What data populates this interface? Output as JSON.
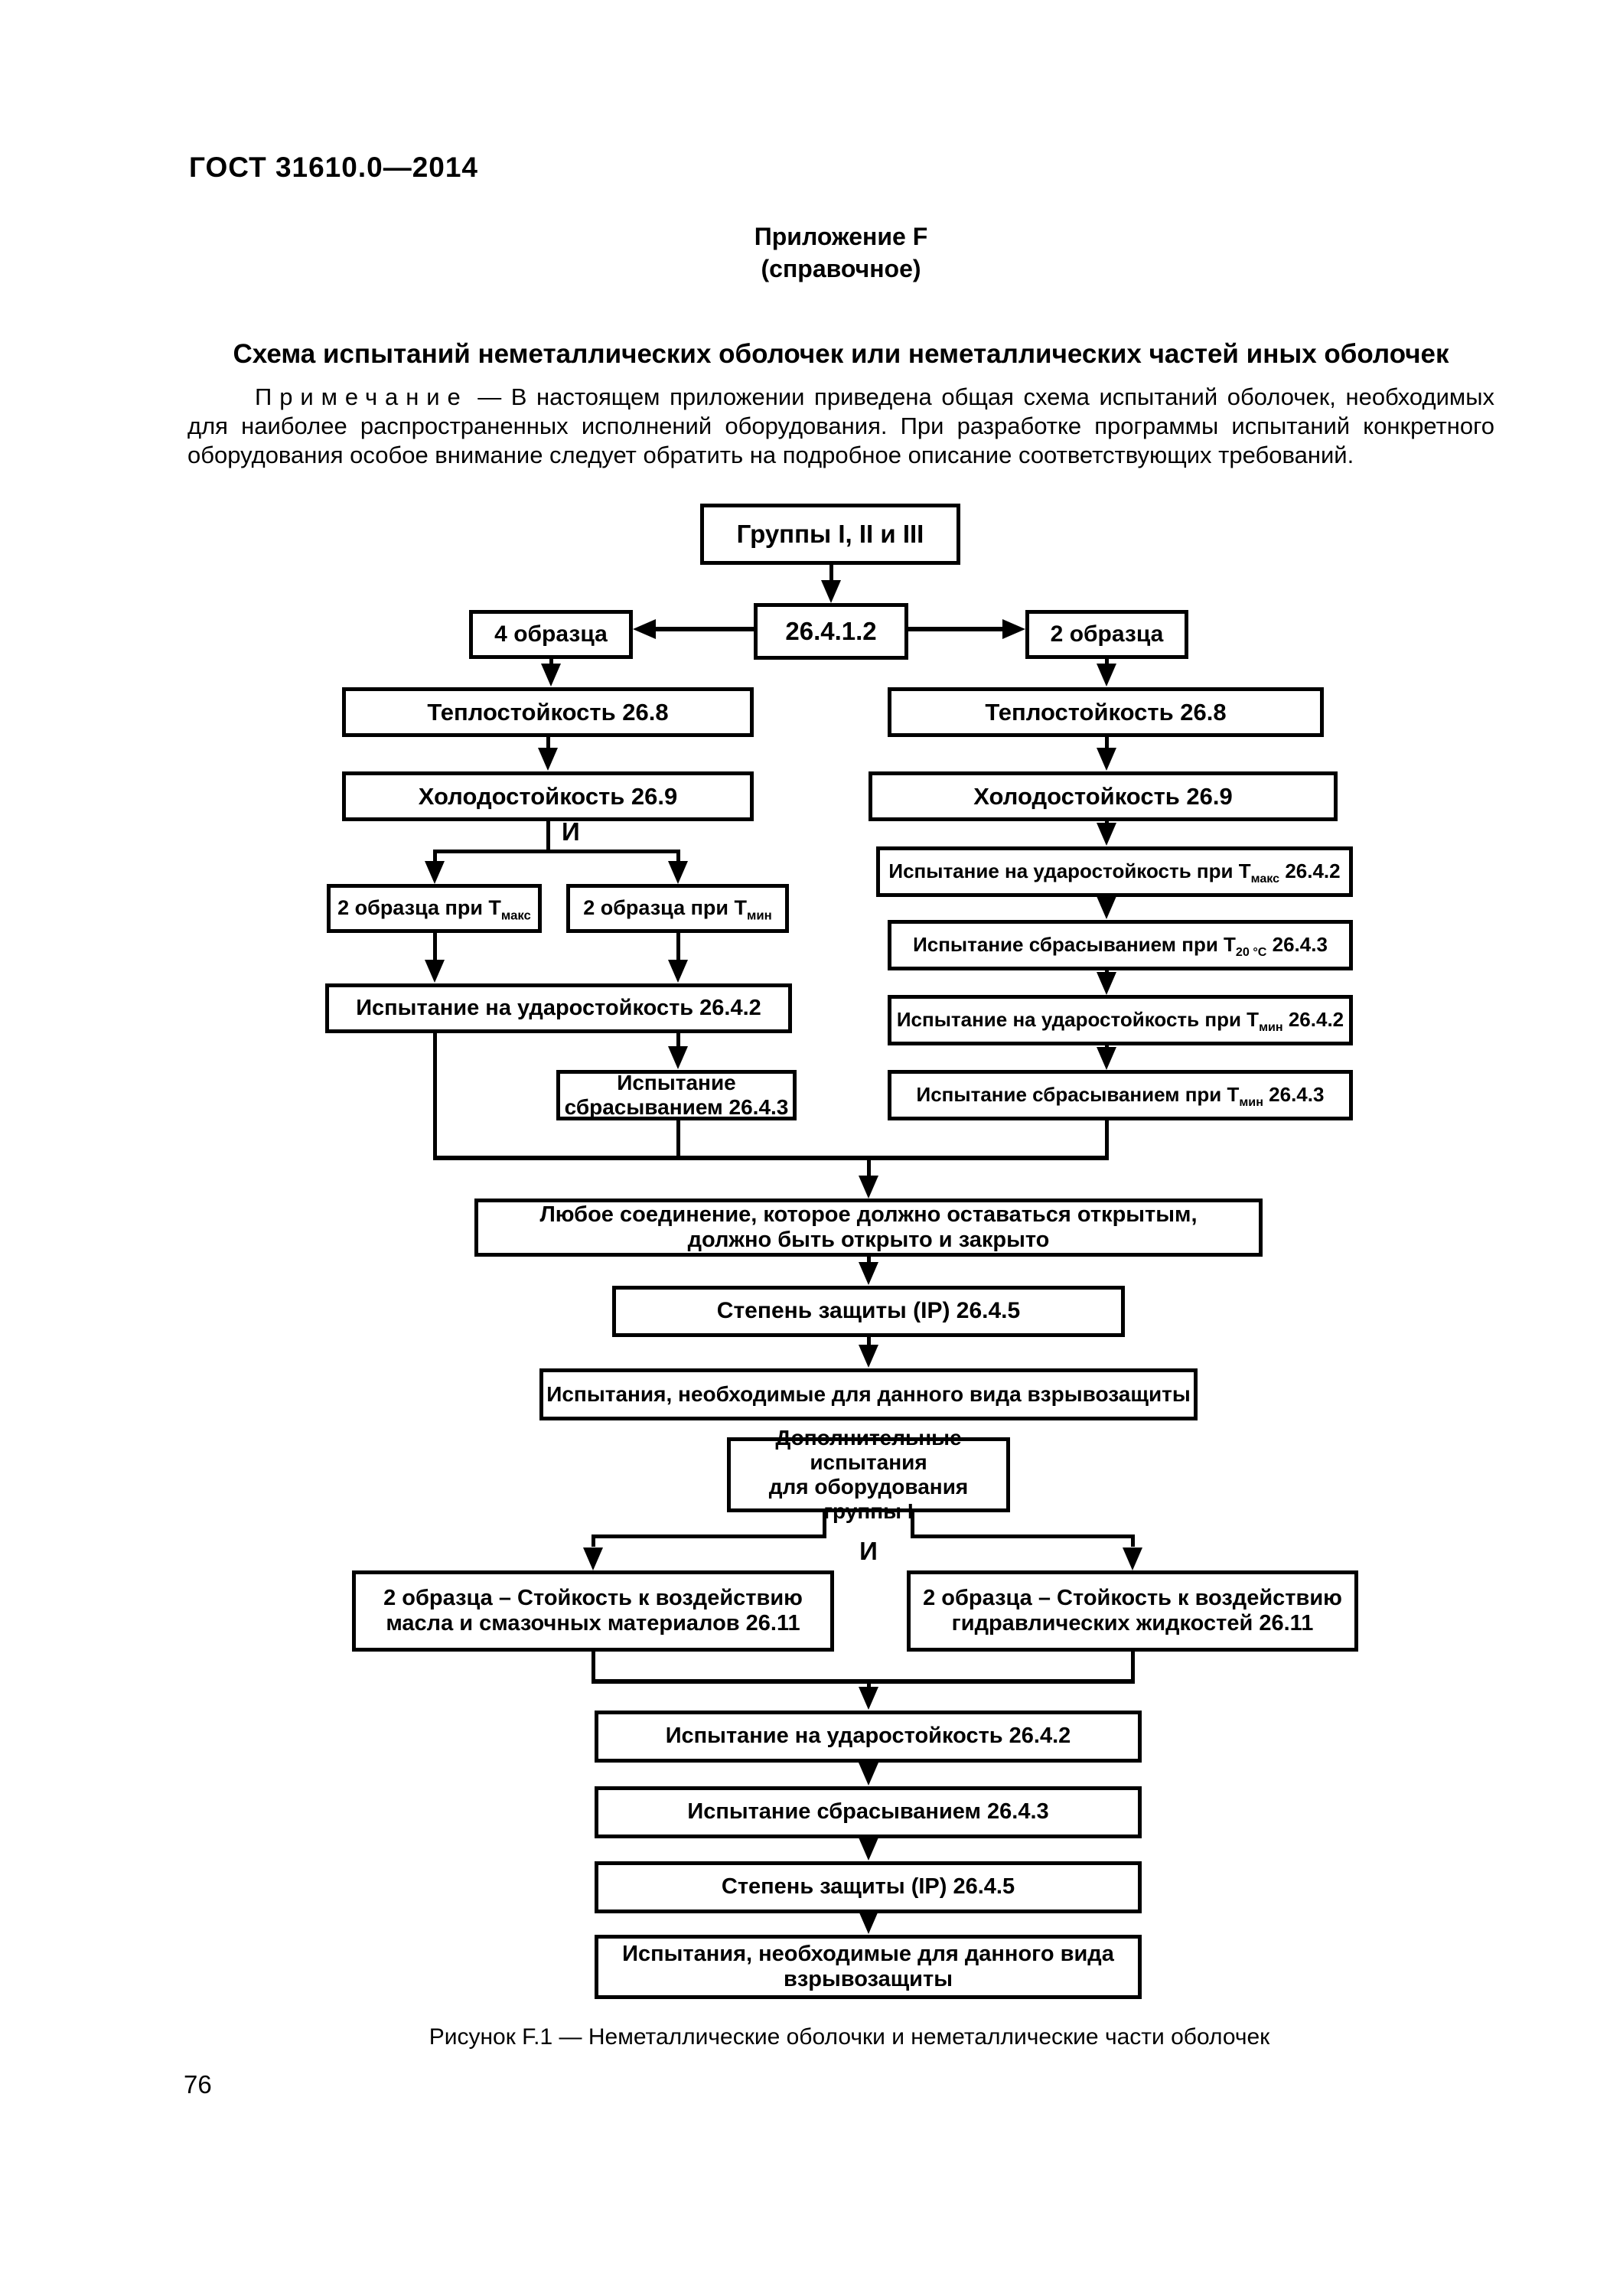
{
  "page": {
    "standard": "ГОСТ 31610.0—2014",
    "page_number": "76"
  },
  "appendix": {
    "label": "Приложение F",
    "type": "(справочное)"
  },
  "title": "Схема испытаний неметаллических оболочек или неметаллических частей иных оболочек",
  "note": {
    "label": "Примечание",
    "text": " — В настоящем приложении приведена общая схема испытаний оболочек, необходимых для наиболее распространенных исполнений оборудования. При разработке программы испытаний конкретного оборудования особое внимание следует обратить на подробное описание соответствующих требований."
  },
  "figure_caption": "Рисунок F.1 — Неметаллические оболочки и неметаллические части оболочек",
  "and_label_1": "И",
  "and_label_2": "И",
  "boxes": {
    "groups": {
      "text": "Группы I, II и III"
    },
    "ref": {
      "text": "26.4.1.2"
    },
    "samples4": {
      "text": "4 образца"
    },
    "samples2": {
      "text": "2 образца"
    },
    "heat_left": {
      "text": "Теплостойкость 26.8"
    },
    "heat_right": {
      "text": "Теплостойкость 26.8"
    },
    "cold_left": {
      "text": "Холодостойкость 26.9"
    },
    "cold_right": {
      "text": "Холодостойкость 26.9"
    },
    "tmax_left": {
      "pre": "2 образца при Т",
      "sub": "макс"
    },
    "tmin_left": {
      "pre": "2 образца при Т",
      "sub": "мин"
    },
    "impact_left": {
      "text": "Испытание на ударостойкость 26.4.2"
    },
    "drop_left": {
      "line1": "Испытание",
      "line2": "сбрасыванием 26.4.3"
    },
    "impact_tmax_right": {
      "pre": "Испытание на ударостойкость при Т",
      "sub": "макс",
      "post": " 26.4.2"
    },
    "drop_t20_right": {
      "pre": "Испытание сбрасыванием при Т",
      "sub": "20 °С",
      "post": " 26.4.3"
    },
    "impact_tmin_right": {
      "pre": "Испытание на ударостойкость при Т",
      "sub": "мин",
      "post": " 26.4.2"
    },
    "drop_tmin_right": {
      "pre": "Испытание сбрасыванием при Т",
      "sub": "мин",
      "post": " 26.4.3"
    },
    "any_connection": {
      "line1": "Любое соединение, которое должно оставаться открытым,",
      "line2": "должно быть открыто и закрыто"
    },
    "ip_1": {
      "text": "Степень защиты (IP) 26.4.5"
    },
    "tests_type": {
      "text": "Испытания, необходимые для данного вида взрывозащиты"
    },
    "additional": {
      "line1": "Дополнительные испытания",
      "line2": "для оборудования группы I"
    },
    "oil": {
      "line1": "2 образца – Стойкость к воздействию",
      "line2": "масла и смазочных материалов 26.11"
    },
    "hydraulic": {
      "line1": "2 образца – Стойкость к воздействию",
      "line2": "гидравлических жидкостей 26.11"
    },
    "impact_2": {
      "text": "Испытание на ударостойкость 26.4.2"
    },
    "drop_2": {
      "text": "Испытание сбрасыванием 26.4.3"
    },
    "ip_2": {
      "text": "Степень защиты (IP) 26.4.5"
    },
    "tests_final": {
      "line1": "Испытания, необходимые для данного вида",
      "line2": "взрывозащиты"
    }
  },
  "colors": {
    "ink": "#000000",
    "paper": "#ffffff"
  }
}
